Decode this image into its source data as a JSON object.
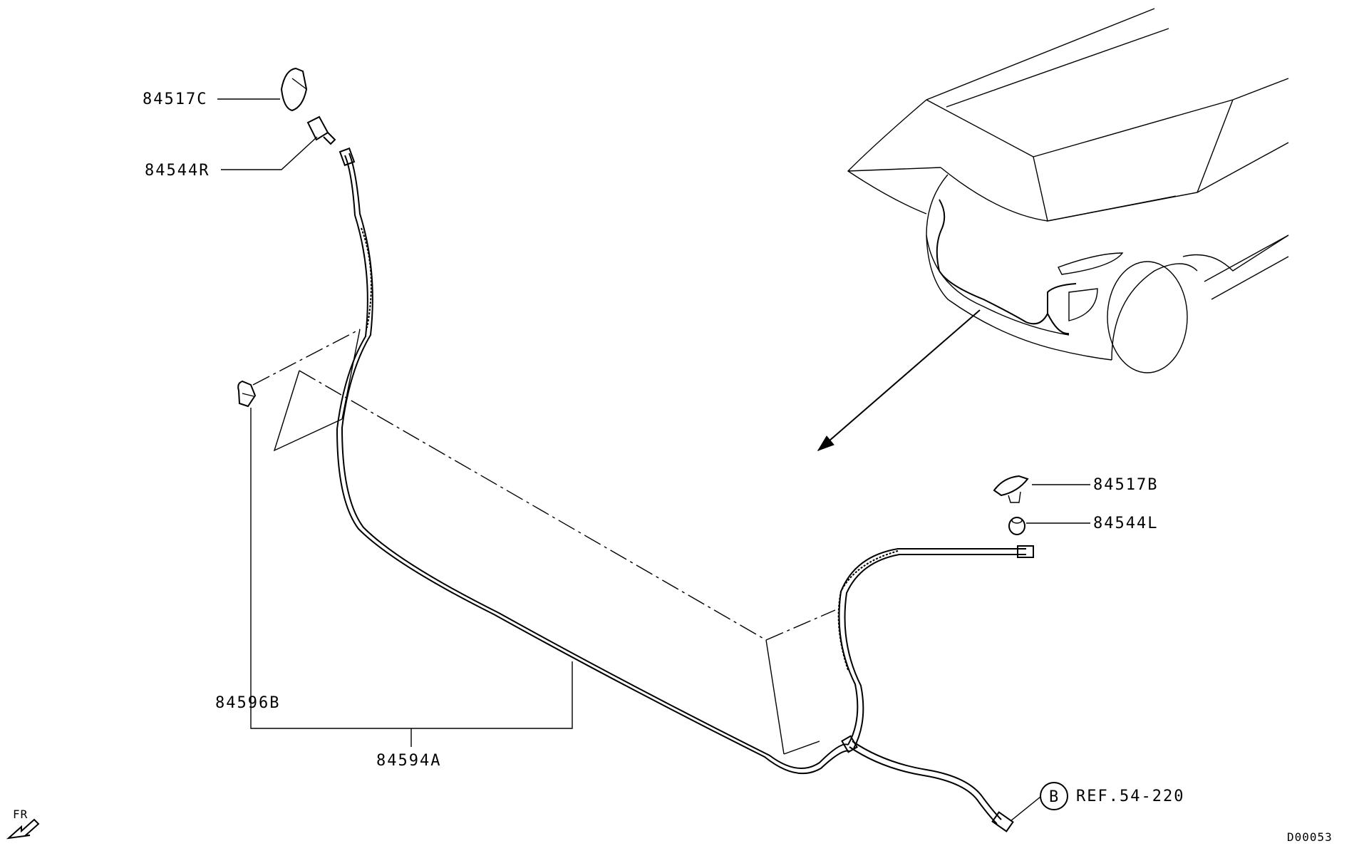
{
  "parts": {
    "p84517C": "84517C",
    "p84544R": "84544R",
    "p84517B": "84517B",
    "p84544L": "84544L",
    "p84596B": "84596B",
    "p84594A": "84594A"
  },
  "reference": {
    "circle_letter": "B",
    "text": "REF.54-220"
  },
  "direction": {
    "label": "FR"
  },
  "drawing_code": "D00053"
}
